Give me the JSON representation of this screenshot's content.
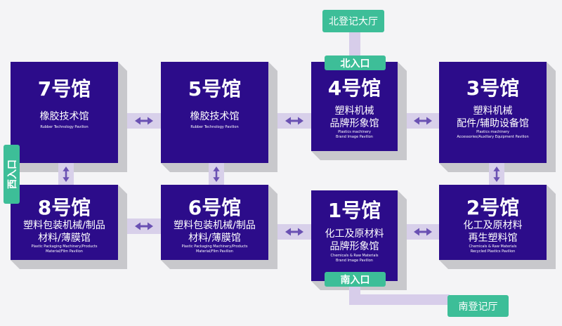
{
  "map": {
    "north_registration_hall": "北登记大厅",
    "north_entrance": "北入口",
    "west_entrance": "西入口",
    "south_entrance": "南入口",
    "south_registration_hall": "南登记厅"
  },
  "halls": {
    "hall_7": {
      "title": "7号馆",
      "zh": [
        "橡胶技术馆"
      ],
      "en": [
        "Rubber Technology Pavilion"
      ]
    },
    "hall_5": {
      "title": "5号馆",
      "zh": [
        "橡胶技术馆"
      ],
      "en": [
        "Rubber Technology Pavilion"
      ]
    },
    "hall_4": {
      "title": "4号馆",
      "zh": [
        "塑料机械",
        "品牌形象馆"
      ],
      "en": [
        "Plastics machinery",
        "Brand Image Pavilion"
      ]
    },
    "hall_3": {
      "title": "3号馆",
      "zh": [
        "塑料机械",
        "配件/辅助设备馆"
      ],
      "en": [
        "Plastics machinery",
        "Accessories/Auxiliary Equipment Pavilion"
      ]
    },
    "hall_8": {
      "title": "8号馆",
      "zh": [
        "塑料包装机械/制品",
        "材料/薄膜馆"
      ],
      "en": [
        "Plastic Packaging Machinery/Products",
        "Material/Film Pavilion"
      ]
    },
    "hall_6": {
      "title": "6号馆",
      "zh": [
        "塑料包装机械/制品",
        "材料/薄膜馆"
      ],
      "en": [
        "Plastic Packaging Machinery/Products",
        "Material/Film Pavilion"
      ]
    },
    "hall_1": {
      "title": "1号馆",
      "zh": [
        "化工及原材料",
        "品牌形象馆"
      ],
      "en": [
        "Chemicals & Raw Materials",
        "Brand Image Pavilion"
      ]
    },
    "hall_2": {
      "title": "2号馆",
      "zh": [
        "化工及原材料",
        "再生塑料馆"
      ],
      "en": [
        "Chemicals & Raw Materials",
        "Recycled Plastics Pavilion"
      ]
    }
  },
  "icons": {
    "hall_link": "double-arrow-icon"
  },
  "colors": {
    "bg": "#f4f4f6",
    "hall": "#2c0c8a",
    "shadow": "#c8c8cc",
    "conn": "#d8d0ea",
    "arrow": "#6a51b3",
    "teal": "#3dbe98",
    "path": "#d7cdea"
  }
}
